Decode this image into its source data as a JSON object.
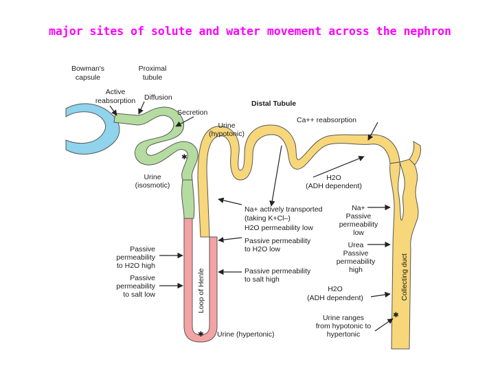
{
  "title": "major sites of solute and water movement across the nephron",
  "labels": {
    "bowmans_capsule": [
      "Bowman's",
      "capsule"
    ],
    "proximal_tubule": [
      "Proximal",
      "tubule"
    ],
    "active_reabsorption": [
      "Active",
      "reabsorption"
    ],
    "diffusion": "Diffusion",
    "secretion": "Secretion",
    "distal_tubule": "Distal Tubule",
    "urine_hypotonic": [
      "Urine",
      "(hypotonic)"
    ],
    "ca_reabsorption": "Ca++ reabsorption",
    "urine_isosmotic": [
      "Urine",
      "(isosmotic)"
    ],
    "h2o_adh_upper": [
      "H2O",
      "(ADH dependent)"
    ],
    "na_actively": [
      "Na+ actively transported",
      "(taking K+Cl–)",
      "H2O permeability low"
    ],
    "na_passive": [
      "Na+",
      "Passive",
      "permeability",
      "low"
    ],
    "passive_perm_h2o_low": [
      "Passive permeability",
      "to H2O low"
    ],
    "urea_passive": [
      "Urea",
      "Passive",
      "permeability",
      "high"
    ],
    "passive_perm_salt_high": [
      "Passive permeability",
      "to salt high"
    ],
    "passive_perm_h2o_high": [
      "Passive",
      "permeability",
      "to H2O high"
    ],
    "passive_perm_salt_low": [
      "Passive",
      "permeability",
      "to salt low"
    ],
    "h2o_adh_lower": [
      "H2O",
      "(ADH dependent)"
    ],
    "loop_of_henle": "Loop of Henle",
    "collecting_duct": "Collecting duct",
    "urine_ranges": [
      "Urine ranges",
      "from hypotonic to",
      "hypertonic"
    ],
    "urine_hypertonic": "Urine (hypertonic)"
  },
  "colors": {
    "title": "#ff00ff",
    "capsule": "#8fd3ec",
    "proximal": "#b5dca0",
    "loop": "#f3a3a3",
    "distal": "#f7d77a",
    "outline": "#555555"
  }
}
